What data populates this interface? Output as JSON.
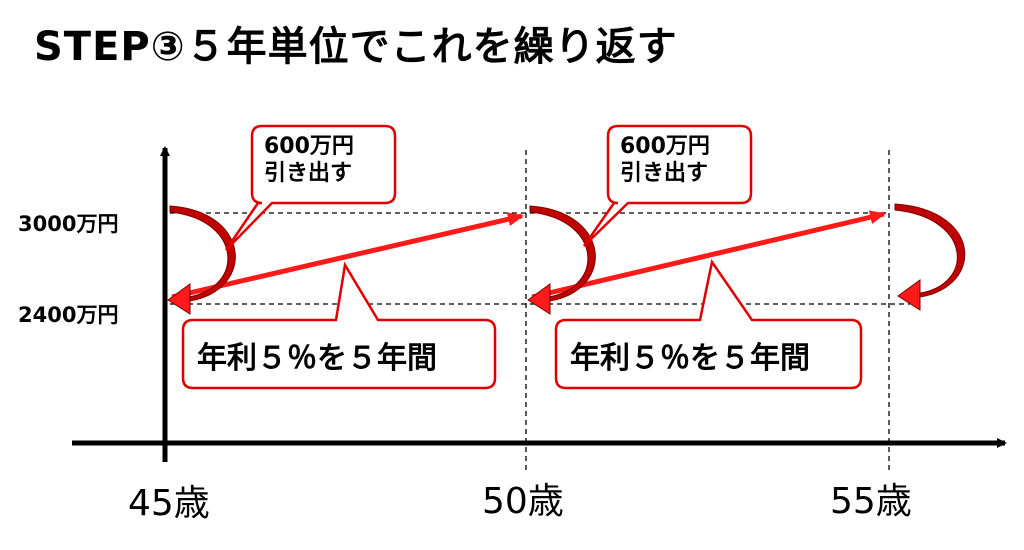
{
  "title": "STEP③５年単位でこれを繰り返す",
  "y_labels": [
    "3000万円",
    "2400万円"
  ],
  "x_labels": [
    "45歳",
    "50歳",
    "55歳"
  ],
  "withdraw_callouts": [
    {
      "line1": "600万円",
      "line2": "引き出す"
    },
    {
      "line1": "600万円",
      "line2": "引き出す"
    }
  ],
  "rate_callouts": [
    "年利５％を５年間",
    "年利５％を５年間"
  ],
  "colors": {
    "arrow_red": "#ff1a1a",
    "dark_red": "#c00000",
    "callout_border": "#e00000"
  }
}
